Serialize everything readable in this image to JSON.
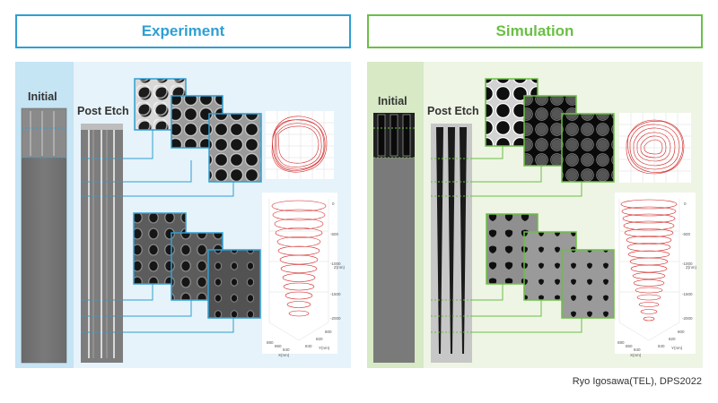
{
  "colors": {
    "experiment_accent": "#2f9fd3",
    "simulation_accent": "#6bbf45",
    "experiment_bg": "#e6f3fa",
    "experiment_strip": "#c5e4f4",
    "simulation_bg": "#eef5e5",
    "simulation_strip": "#d7e9c5",
    "trajectory": "#d22020"
  },
  "experiment": {
    "title": "Experiment",
    "initial_label": "Initial",
    "post_etch_label": "Post Etch"
  },
  "simulation": {
    "title": "Simulation",
    "initial_label": "Initial",
    "post_etch_label": "Post Etch"
  },
  "plot3d": {
    "z_ticks": [
      "0",
      "-500",
      "-1000",
      "-1500",
      "-2000"
    ],
    "z_axis_label": "Z(nm)",
    "x_ticks": [
      "880",
      "860",
      "840",
      "820",
      "800"
    ],
    "y_ticks": [
      "880",
      "860",
      "840",
      "820",
      "800"
    ],
    "x_axis_label": "X(nm)",
    "y_axis_label": "Y(nm)"
  },
  "credit": "Ryo Igosawa(TEL), DPS2022",
  "icons": [
    "initial-sem-image",
    "post-etch-sem-image",
    "hole-array-image",
    "trajectory-3d-plot"
  ]
}
